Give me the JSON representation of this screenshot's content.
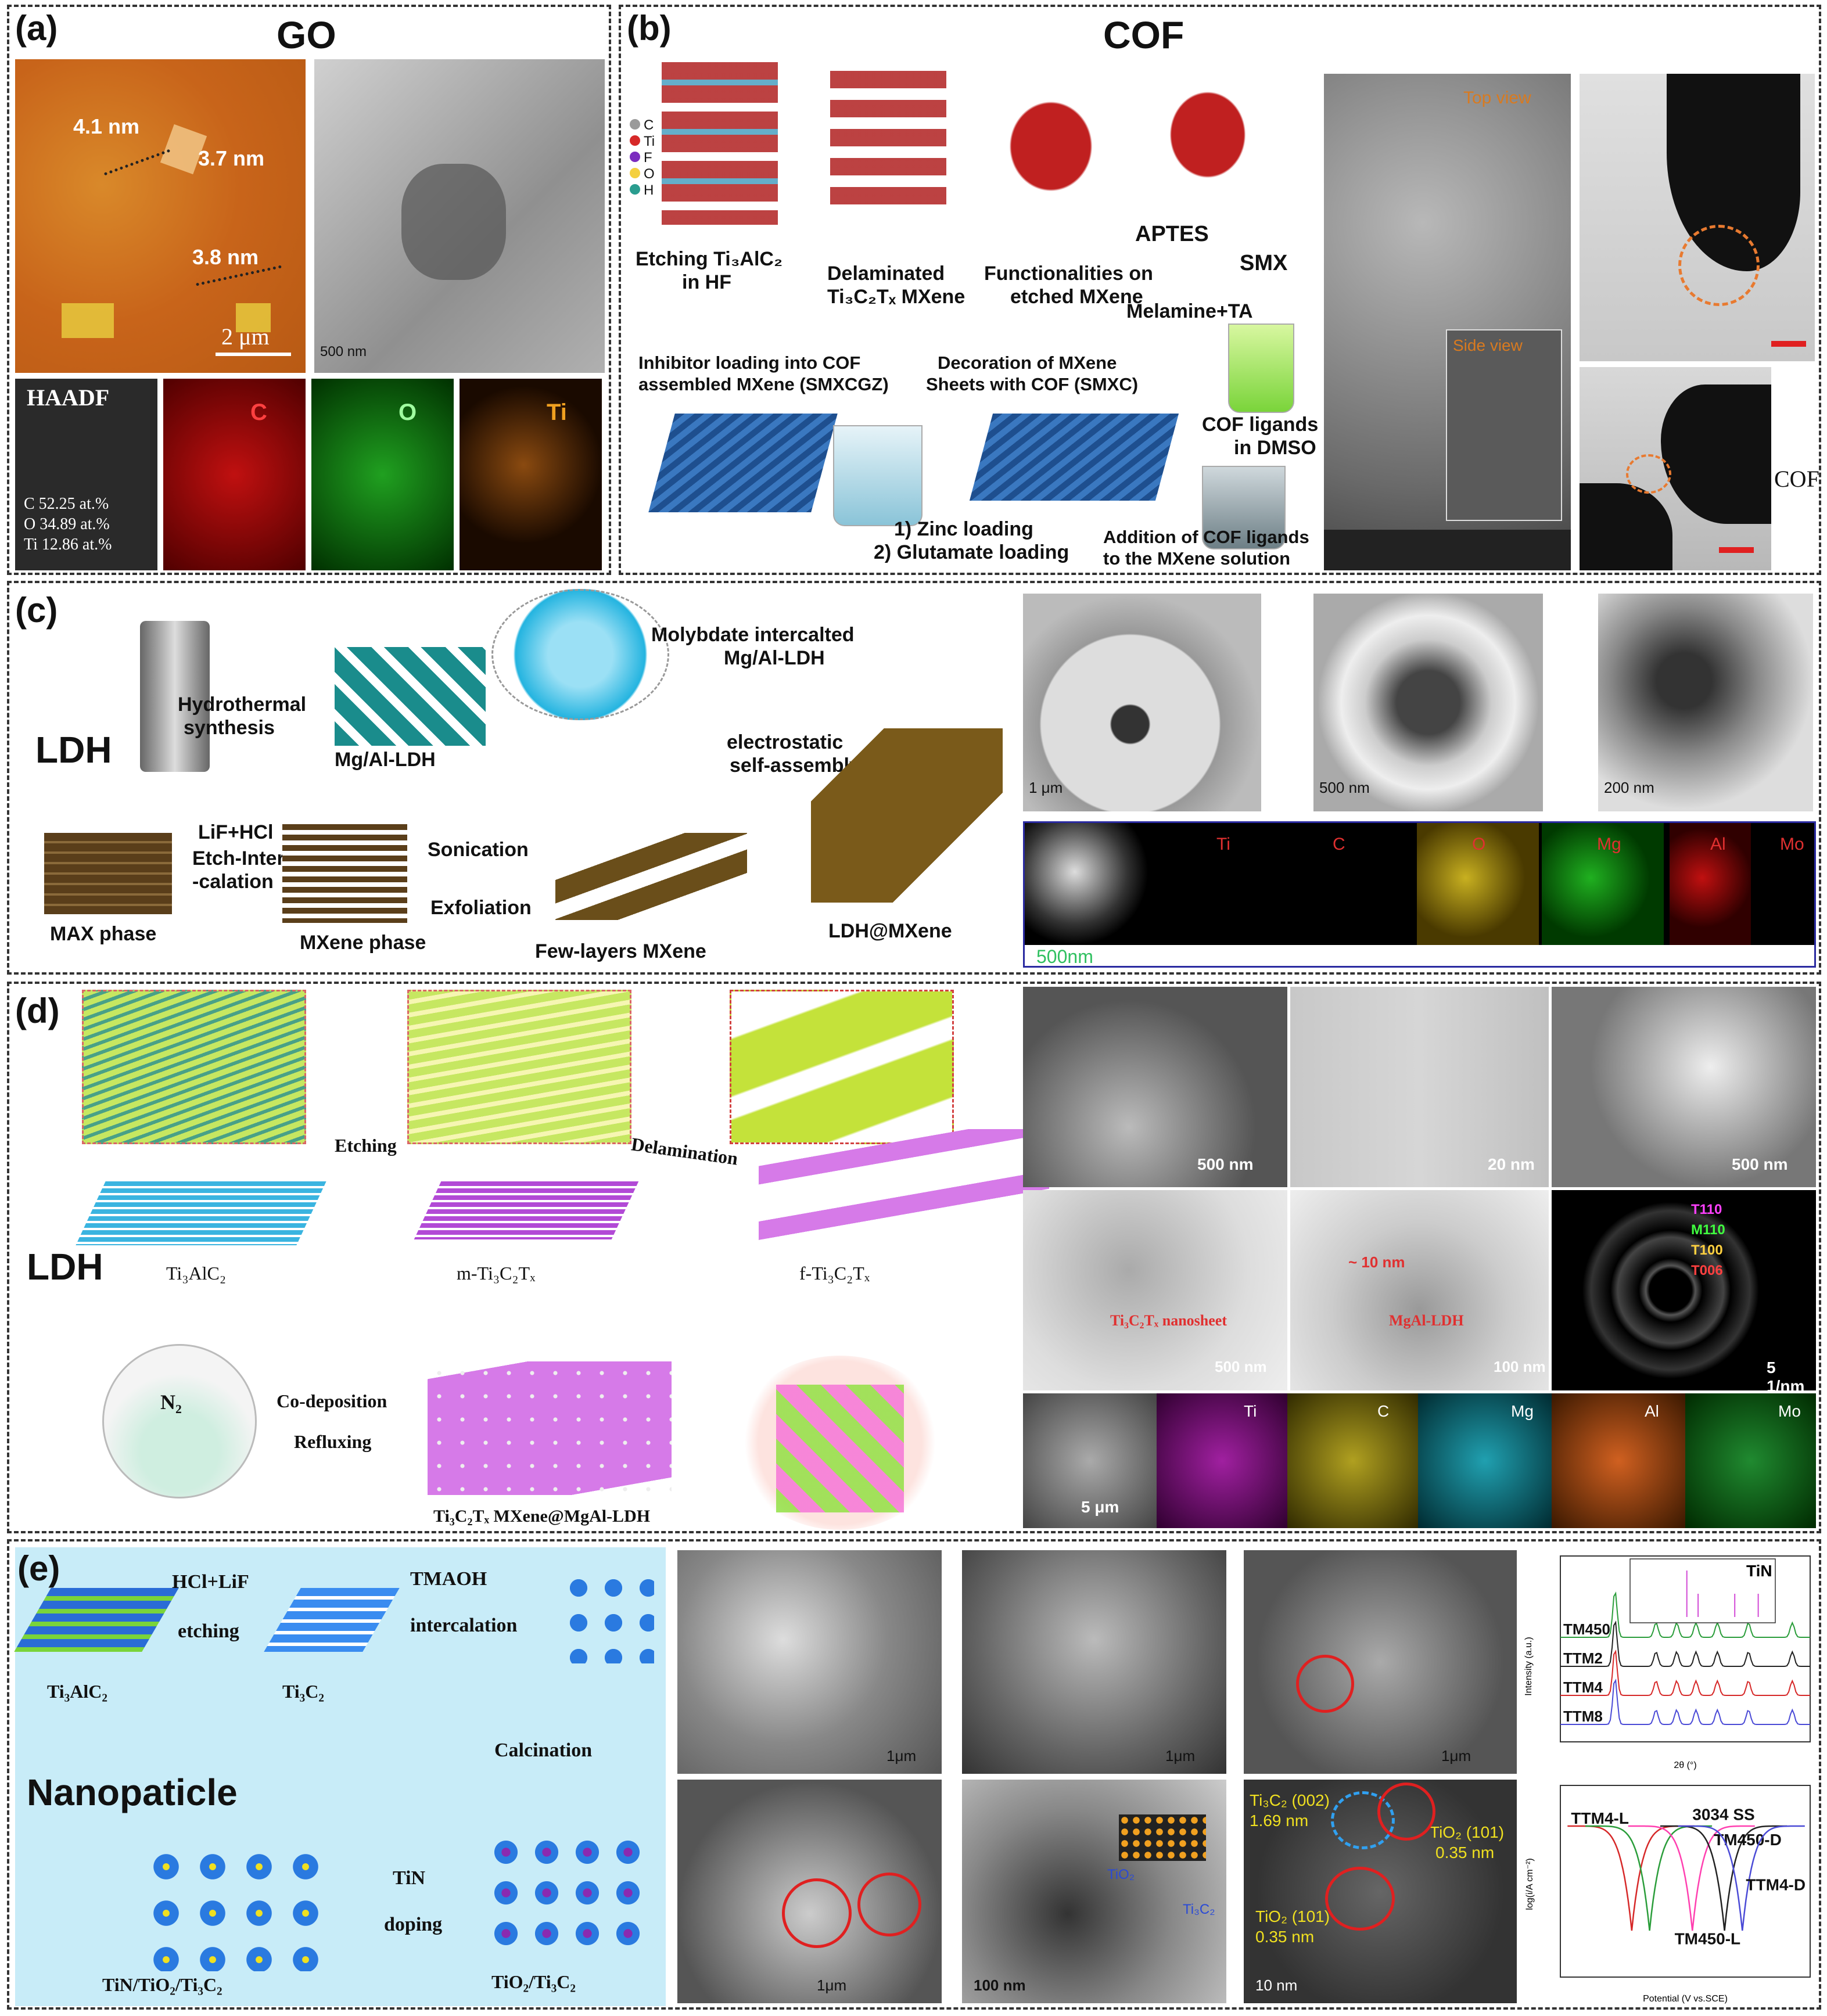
{
  "panel_a": {
    "label": "(a)",
    "title": "GO",
    "afm_heights": [
      "4.1 nm",
      "3.7 nm",
      "3.8 nm"
    ],
    "afm_scale": "2 μm",
    "tem_scale": "500 nm",
    "haadf": "HAADF",
    "composition": [
      "C 52.25 at.%",
      "O 34.89 at.%",
      "Ti 12.86 at.%"
    ],
    "maps": [
      "C",
      "O",
      "Ti"
    ]
  },
  "panel_b": {
    "label": "(b)",
    "title": "COF",
    "legend": [
      "C",
      "Ti",
      "F",
      "O",
      "H"
    ],
    "legend_colors": [
      "#9a9a9a",
      "#d62828",
      "#7b2cbf",
      "#f4d03f",
      "#2a9d8f"
    ],
    "steps": {
      "etching": [
        "Etching Ti₃AlC₂",
        "in HF"
      ],
      "delaminated": [
        "Delaminated",
        "Ti₃C₂Tₓ MXene"
      ],
      "functionalities": [
        "Functionalities  on",
        "etched MXene"
      ],
      "aptes": "APTES",
      "smx": "SMX",
      "melamine": "Melamine+TA",
      "inhibitor": [
        "Inhibitor loading into COF",
        "assembled MXene (SMXCGZ)"
      ],
      "decoration": [
        "Decoration of MXene",
        "Sheets with COF (SMXC)"
      ],
      "cof_ligands": [
        "COF ligands",
        "in DMSO"
      ],
      "loading": [
        "1) Zinc loading",
        "2) Glutamate loading"
      ],
      "addition": [
        "Addition of COF ligands",
        "to the MXene solution"
      ]
    },
    "sem": {
      "top": "Top view",
      "side": "Side view"
    },
    "cof_label": "COF"
  },
  "panel_c": {
    "label": "(c)",
    "ldh": "LDH",
    "hydrothermal": [
      "Hydrothermal",
      "synthesis"
    ],
    "mgal": "Mg/Al-LDH",
    "molybdate": [
      "Molybdate intercalted",
      "Mg/Al-LDH"
    ],
    "electrostatic": [
      "electrostatic",
      "self-assembly"
    ],
    "etch": [
      "LiF+HCl",
      "Etch-Inter",
      "-calation"
    ],
    "sonication": "Sonication",
    "exfoliation": "Exfoliation",
    "max_phase": "MAX phase",
    "mxene_phase": "MXene phase",
    "few_layers": "Few-layers  MXene",
    "ldh_mxene": "LDH@MXene",
    "scales": [
      "1 μm",
      "500 nm",
      "200 nm"
    ],
    "map_scale": "500nm",
    "maps": [
      "Ti",
      "C",
      "O",
      "Mg",
      "Al",
      "Mo"
    ],
    "map_colors": [
      "#2aa6a6",
      "#3a3ad6",
      "#e0d030",
      "#30c030",
      "#e02020",
      "#e02020"
    ]
  },
  "panel_d": {
    "label": "(d)",
    "ldh": "LDH",
    "etching": "Etching",
    "delamination": "Delamination",
    "ti3alc2": "Ti₃AlC₂",
    "m_mxene": "m-Ti₃C₂Tₓ",
    "f_mxene": "f-Ti₃C₂Tₓ",
    "n2": "N₂",
    "codeposition": "Co-deposition",
    "refluxing": "Refluxing",
    "product": "Ti₃C₂Tₓ MXene@MgAl-LDH",
    "scales": [
      "500 nm",
      "20 nm",
      "500 nm",
      "500 nm",
      "100 nm",
      "5 1/nm"
    ],
    "nanosheet": "Ti₃C₂Tₓ nanosheet",
    "mgal_ldh": "MgAl-LDH",
    "ten_nm": "~ 10 nm",
    "saed": [
      "T110",
      "M110",
      "T100",
      "T006"
    ],
    "map_scale": "5 μm",
    "maps": [
      "Ti",
      "C",
      "Mg",
      "Al",
      "Mo"
    ]
  },
  "panel_e": {
    "label": "(e)",
    "hcl": "HCl+LiF",
    "etching": "etching",
    "tmaoh": "TMAOH",
    "intercalation": "intercalation",
    "ti3alc2": "Ti₃AlC₂",
    "ti3c2": "Ti₃C₂",
    "calcination": "Calcination",
    "nanoparticle": "Nanopaticle",
    "tin": "TiN",
    "doping": "doping",
    "tin_tio2": "TiN/TiO₂/Ti₃C₂",
    "tio2": "TiO₂/Ti₃C₂",
    "sem_scales": [
      "1μm",
      "1μm",
      "1μm",
      "1μm",
      "100 nm",
      "10 nm"
    ],
    "tem_labels": [
      "Ti₃C₂ (002)",
      "1.69 nm",
      "TiO₂ (101)",
      "0.35 nm",
      "TiO₂ (101)",
      "0.35 nm"
    ],
    "tem_particle": [
      "TiO₂",
      "Ti₃C₂"
    ],
    "xrd_series": [
      "TM450",
      "TTM2",
      "TTM4",
      "TTM8"
    ],
    "xrd_inset": "TiN",
    "xrd_xlabel": "2θ (°)",
    "xrd_ylabel": "Intensity (a.u.)",
    "tafel_series": [
      "TTM4-L",
      "3034 SS",
      "TM450-D",
      "TTM4-D",
      "TM450-L"
    ],
    "tafel_xlabel": "Potential (V vs.SCE)",
    "tafel_ylabel": "log(i/A cm⁻²)"
  },
  "chart_data": [
    {
      "type": "line",
      "xlabel": "2θ (°)",
      "ylabel": "Intensity (a.u.)",
      "xlim": [
        10,
        80
      ],
      "series": [
        {
          "name": "TM450",
          "color": "#2a9d3a",
          "offset": 3
        },
        {
          "name": "TTM2",
          "color": "#222222",
          "offset": 2
        },
        {
          "name": "TTM4",
          "color": "#d62828",
          "offset": 1
        },
        {
          "name": "TTM8",
          "color": "#4a4ad6",
          "offset": 0
        }
      ],
      "peaks": [
        25.3,
        36.8,
        42.6,
        48.0,
        54.0,
        62.7,
        75.0
      ],
      "inset": {
        "name": "TiN",
        "peaks": [
          36.7,
          42.6,
          61.8,
          74.1
        ]
      }
    },
    {
      "type": "line",
      "xlabel": "Potential (V vs.SCE)",
      "ylabel": "log(i/A cm⁻²)",
      "xlim": [
        -0.7,
        0.0
      ],
      "series": [
        {
          "name": "TTM4-L",
          "color": "#d62828",
          "ecorr": -0.5
        },
        {
          "name": "TM450-L",
          "color": "#2a9d3a",
          "ecorr": -0.45
        },
        {
          "name": "3034 SS",
          "color": "#ff3fb0",
          "ecorr": -0.33
        },
        {
          "name": "TM450-D",
          "color": "#222222",
          "ecorr": -0.24
        },
        {
          "name": "TTM4-D",
          "color": "#4a4ad6",
          "ecorr": -0.19
        }
      ]
    }
  ]
}
